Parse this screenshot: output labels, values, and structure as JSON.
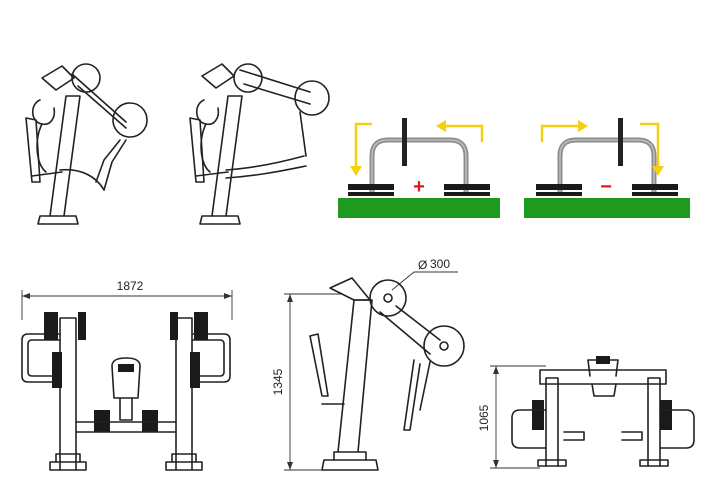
{
  "dimensions": {
    "width_label": "1872",
    "height_label": "1345",
    "pulley_label": "300",
    "pulley_symbol": "Ø",
    "height2_label": "1065"
  },
  "load_diagrams": {
    "increase_symbol": "+",
    "decrease_symbol": "−"
  },
  "colors": {
    "ground": "#1e9a1e",
    "arrow": "#f5d010",
    "increase": "#e01818",
    "decrease": "#e01818",
    "frame": "#8c8c8c",
    "plates": "#1a1a1a"
  }
}
